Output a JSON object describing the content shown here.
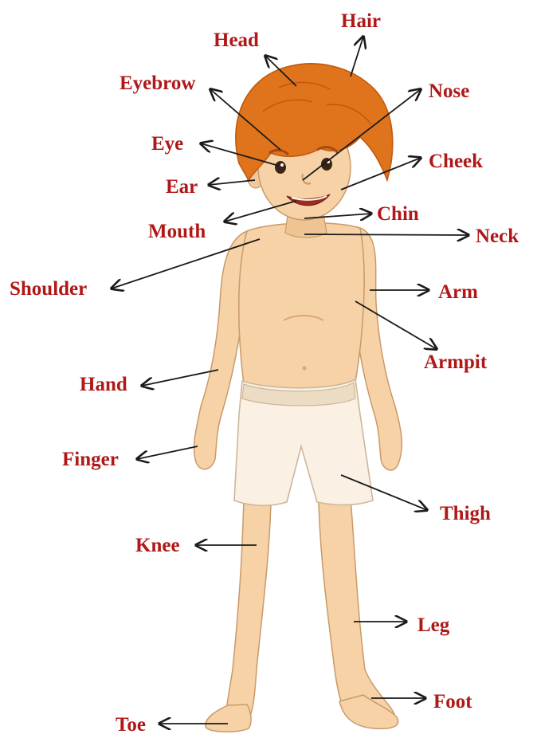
{
  "labels": {
    "head": "Head",
    "hair": "Hair",
    "eyebrow": "Eyebrow",
    "nose": "Nose",
    "eye": "Eye",
    "cheek": "Cheek",
    "ear": "Ear",
    "mouth": "Mouth",
    "chin": "Chin",
    "neck": "Neck",
    "shoulder": "Shoulder",
    "arm": "Arm",
    "armpit": "Armpit",
    "hand": "Hand",
    "finger": "Finger",
    "thigh": "Thigh",
    "knee": "Knee",
    "leg": "Leg",
    "foot": "Foot",
    "toe": "Toe"
  },
  "colors": {
    "label": "#b01818",
    "arrow": "#1a1a1a",
    "skin": "#f6d2a6",
    "skin_shade": "#e9b888",
    "hair": "#e0741c",
    "hair_dark": "#c2580e",
    "shorts": "#faf1e4",
    "shorts_shade": "#ecdcc4"
  }
}
